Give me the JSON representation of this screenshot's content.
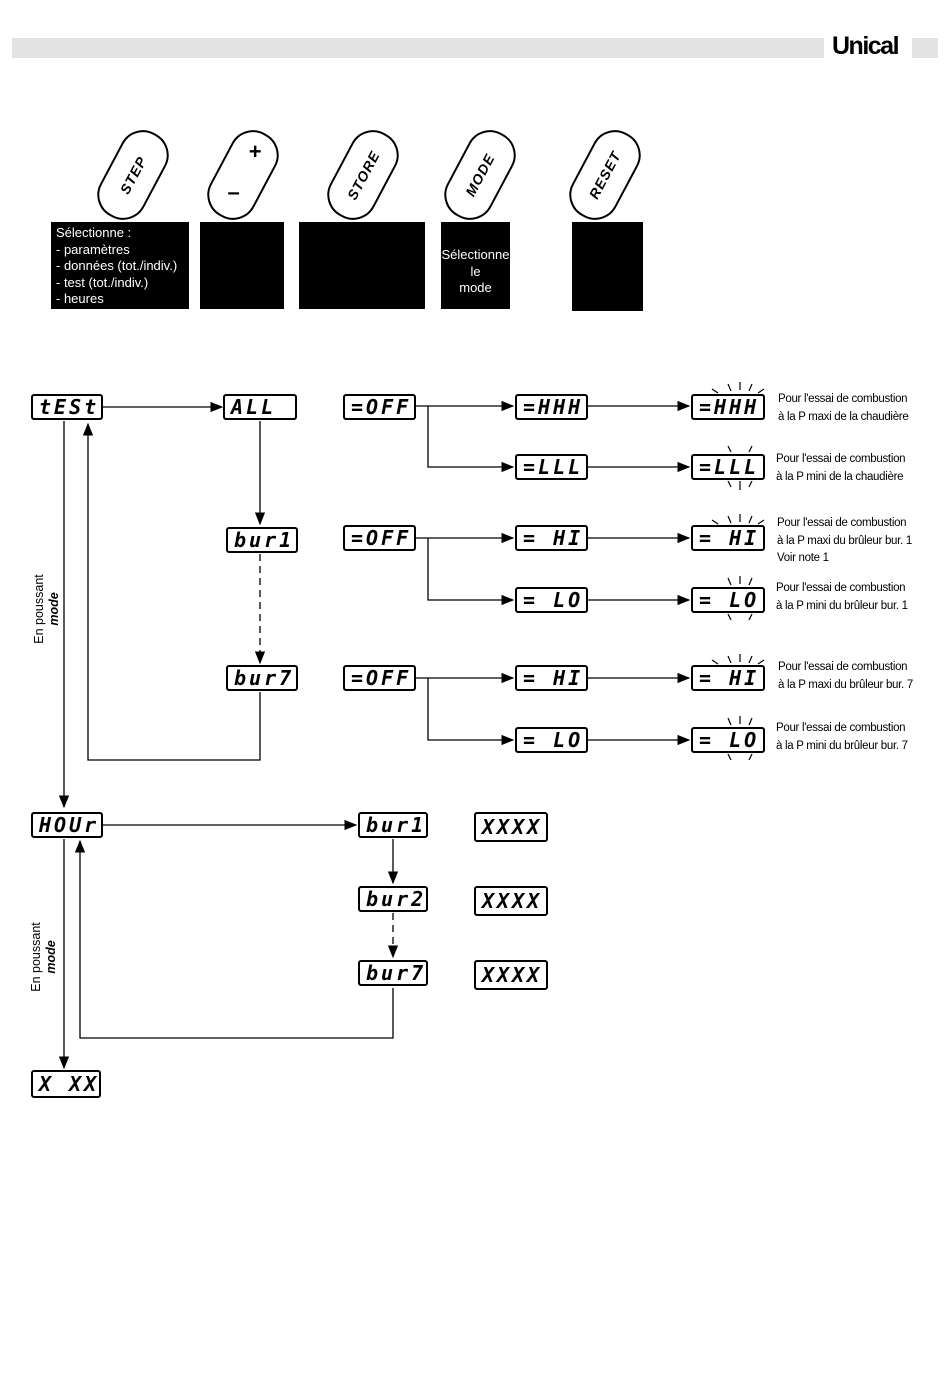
{
  "header": {
    "brand": "Unical"
  },
  "keys": {
    "step": "STEP",
    "plus": "+",
    "minus": "–",
    "store": "STORE",
    "mode": "MODE",
    "reset": "RESET"
  },
  "step_box": {
    "title": "Sélectionne :",
    "lines": [
      "- paramètres",
      "- données (tot./indiv.)",
      "- test (tot./indiv.)",
      "- heures"
    ]
  },
  "mode_box": {
    "lines": [
      "Sélectionne",
      "le",
      "mode"
    ]
  },
  "displays": {
    "test": "tESt",
    "all": "ALL",
    "bur1": "bur1",
    "bur7": "bur7",
    "off": "=OFF",
    "hhh": "=HHH",
    "lll": "=LLL",
    "hi": "= HI",
    "lo": "= LO",
    "hour": "HOUr",
    "bur2": "bur2",
    "xxxx": "XXXX",
    "x_xx": "X XX"
  },
  "notes": {
    "n1": [
      "Pour l'essai de combustion",
      "à la P maxi de la chaudière"
    ],
    "n2": [
      "Pour l'essai de combustion",
      "à la P mini de la chaudière"
    ],
    "n3": [
      "Pour l'essai de combustion",
      "à la P maxi du brûleur bur. 1",
      "Voir note 1"
    ],
    "n4": [
      "Pour l'essai de combustion",
      "à la P mini du brûleur bur. 1"
    ],
    "n5": [
      "Pour l'essai de combustion",
      "à la P maxi du brûleur bur. 7"
    ],
    "n6": [
      "Pour l'essai de combustion",
      "à la P mini du brûleur bur. 7"
    ]
  },
  "side_labels": {
    "line1": "En poussant",
    "line2": "mode"
  }
}
